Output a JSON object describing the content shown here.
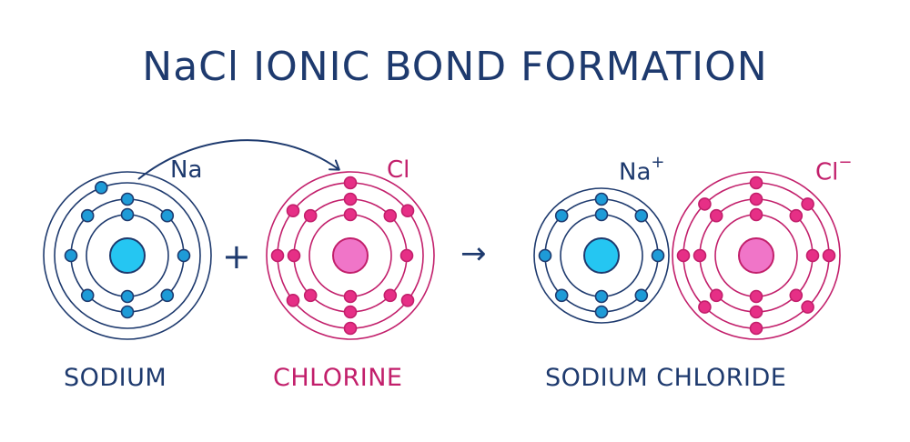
{
  "title": "NaCl  IONIC BOND FORMATION",
  "colors": {
    "navy": "#1e3a6e",
    "sodium_electron": "#1e9bd7",
    "sodium_nucleus": "#25c6f2",
    "chlorine": "#c21f6b",
    "chlorine_electron": "#e62f86",
    "chlorine_nucleus": "#f075c8"
  },
  "labels": {
    "sodium": "SODIUM",
    "chlorine": "CHLORINE",
    "product": "SODIUM CHLORIDE"
  },
  "symbols": {
    "na": "Na",
    "cl": "Cl",
    "na_ion": "Na",
    "na_ion_charge": "+",
    "cl_ion": "Cl",
    "cl_ion_charge": "−"
  },
  "operators": {
    "plus": "+",
    "arrow": "→"
  },
  "atoms": [
    {
      "id": "sodium-atom",
      "element": "Na",
      "color": "navy",
      "electron_color": "sodium_electron",
      "nucleus_color": "sodium_nucleus",
      "shells": [
        2,
        8,
        1
      ]
    },
    {
      "id": "chlorine-atom",
      "element": "Cl",
      "color": "chlorine",
      "electron_color": "chlorine_electron",
      "nucleus_color": "chlorine_nucleus",
      "shells": [
        2,
        8,
        7
      ]
    },
    {
      "id": "sodium-ion",
      "element": "Na+",
      "color": "navy",
      "electron_color": "sodium_electron",
      "nucleus_color": "sodium_nucleus",
      "shells": [
        2,
        8
      ]
    },
    {
      "id": "chloride-ion",
      "element": "Cl-",
      "color": "chlorine",
      "electron_color": "chlorine_electron",
      "nucleus_color": "chlorine_nucleus",
      "shells": [
        2,
        8,
        8
      ]
    }
  ]
}
